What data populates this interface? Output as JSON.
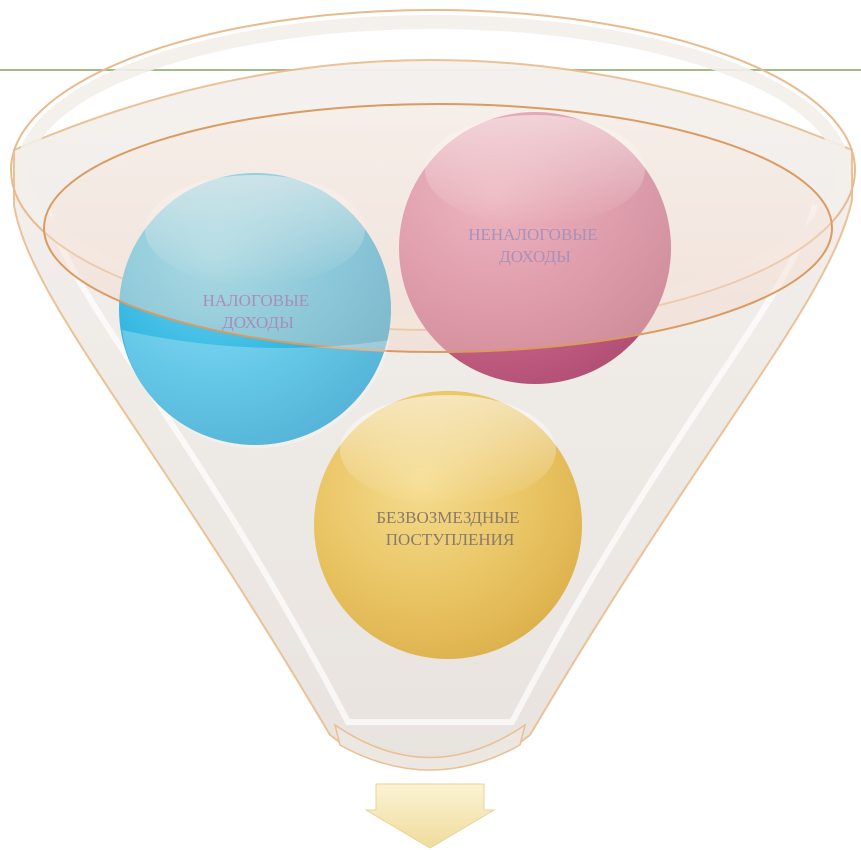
{
  "diagram": {
    "circles": [
      {
        "id": "tax",
        "lines": [
          "НАЛОГОВЫЕ",
          "ДОХОДЫ"
        ]
      },
      {
        "id": "nontax",
        "lines": [
          "НЕНАЛОГОВЫЕ",
          "ДОХОДЫ"
        ]
      },
      {
        "id": "gratuitous",
        "lines": [
          "БЕЗВОЗМЕЗДНЫЕ",
          "ПОСТУПЛЕНИЯ"
        ]
      }
    ],
    "colors": {
      "tax_circle": "#3bbde3",
      "nontax_circle": "#cf6b8f",
      "gratuitous_circle": "#e8c35f",
      "tax_text": "#6a4fa8",
      "nontax_text": "#6a4fa8",
      "gratuitous_text": "#8a7a6a",
      "funnel_outline": "#e7b98a",
      "funnel_fill": "#f3efeb",
      "rim_fill": "#f6e3d8",
      "arrow": "#f6e9b8",
      "rule_line": "#a6b98a"
    }
  }
}
